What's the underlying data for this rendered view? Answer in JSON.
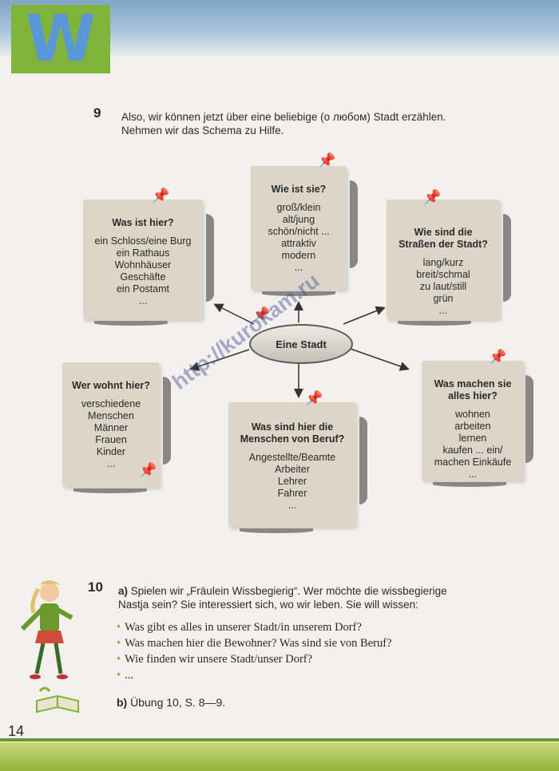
{
  "header": {
    "badge_letter": "W"
  },
  "page_number": "14",
  "exercise9": {
    "number": "9",
    "line1": "Also, wir können jetzt über eine beliebige (о любом) Stadt erzählen.",
    "line2": "Nehmen wir das Schema zu Hilfe."
  },
  "diagram": {
    "center": "Eine Stadt",
    "cards": [
      {
        "title": "Was ist hier?",
        "items": [
          "ein Schloss/eine Burg",
          "ein Rathaus",
          "Wohnhäuser",
          "Geschäfte",
          "ein Postamt",
          "..."
        ]
      },
      {
        "title": "Wie ist sie?",
        "items": [
          "groß/klein",
          "alt/jung",
          "schön/nicht ...",
          "attraktiv",
          "modern",
          "..."
        ]
      },
      {
        "title": "Wie sind die Straßen der Stadt?",
        "items": [
          "lang/kurz",
          "breit/schmal",
          "zu laut/still",
          "grün",
          "..."
        ]
      },
      {
        "title": "Wer wohnt hier?",
        "items": [
          "verschiedene Menschen",
          "Männer",
          "Frauen",
          "Kinder",
          "..."
        ]
      },
      {
        "title": "Was sind hier die Menschen von Beruf?",
        "items": [
          "Angestellte/Beamte",
          "Arbeiter",
          "Lehrer",
          "Fahrer",
          "..."
        ]
      },
      {
        "title": "Was machen sie alles hier?",
        "items": [
          "wohnen",
          "arbeiten",
          "lernen",
          "kaufen ... ein/",
          "machen Einkäufe",
          "..."
        ]
      }
    ]
  },
  "watermark": "http://kurokam.ru",
  "exercise10": {
    "number": "10",
    "a_label": "a)",
    "a_line1": "Spielen wir „Fräulein Wissbegierig“. Wer möchte die wissbegierige",
    "a_line2": "Nastja sein? Sie interessiert sich, wo wir leben. Sie will wissen:",
    "questions": [
      "Was gibt es alles in unserer Stadt/in unserem Dorf?",
      "Was machen hier die Bewohner? Was sind sie von Beruf?",
      "Wie finden wir unsere Stadt/unser Dorf?",
      "..."
    ],
    "b_label": "b)",
    "b_text": "Übung 10, S. 8—9."
  }
}
